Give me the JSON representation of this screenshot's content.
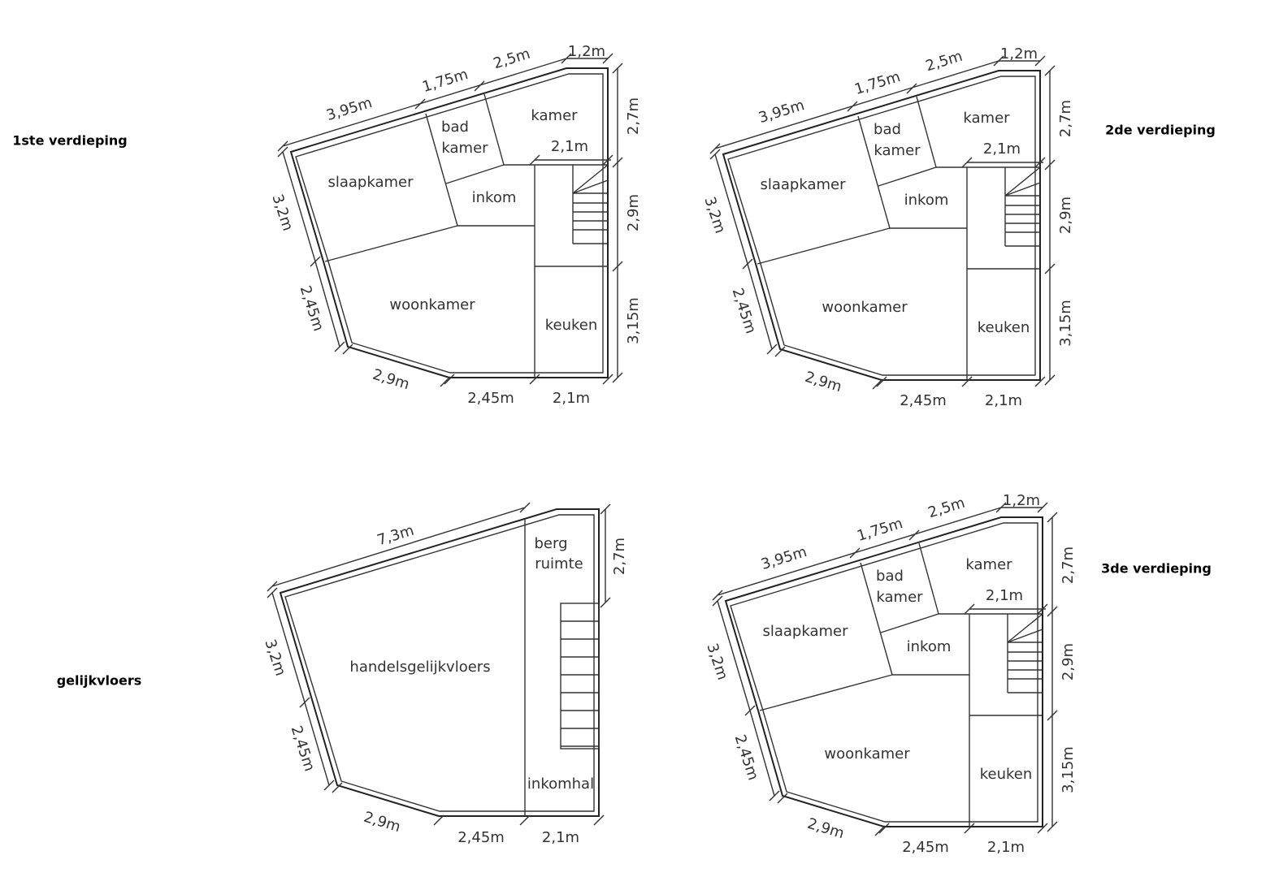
{
  "floors": [
    {
      "title": "1ste verdieping",
      "labels": [
        "3,95m",
        "1,75m",
        "2,5m",
        "1,2m",
        "kamer",
        "bad",
        "kamer",
        "2,1m",
        "slaapkamer",
        "inkom",
        "woonkamer",
        "keuken",
        "2,7m",
        "2,9m",
        "3,15m",
        "3,2m",
        "2,45m",
        "2,9m",
        "2,45m",
        "2,1m"
      ]
    },
    {
      "title": "2de verdieping",
      "labels": [
        "3,95m",
        "1,75m",
        "2,5m",
        "1,2m",
        "kamer",
        "bad",
        "kamer",
        "2,1m",
        "slaapkamer",
        "inkom",
        "woonkamer",
        "keuken",
        "2,7m",
        "2,9m",
        "3,15m",
        "3,2m",
        "2,45m",
        "2,9m",
        "2,45m",
        "2,1m"
      ]
    },
    {
      "title": "3de verdieping",
      "labels": [
        "3,95m",
        "1,75m",
        "2,5m",
        "1,2m",
        "kamer",
        "bad",
        "kamer",
        "2,1m",
        "slaapkamer",
        "inkom",
        "woonkamer",
        "keuken",
        "2,7m",
        "2,9m",
        "3,15m",
        "3,2m",
        "2,45m",
        "2,9m",
        "2,45m",
        "2,1m"
      ]
    }
  ],
  "ground": {
    "title": "gelijkvloers",
    "labels": [
      "7,3m",
      "berg",
      "ruimte",
      "2,7m",
      "3,2m",
      "handelsgelijkvloers",
      "2,45m",
      "inkomhal",
      "2,9m",
      "2,45m",
      "2,1m"
    ]
  }
}
